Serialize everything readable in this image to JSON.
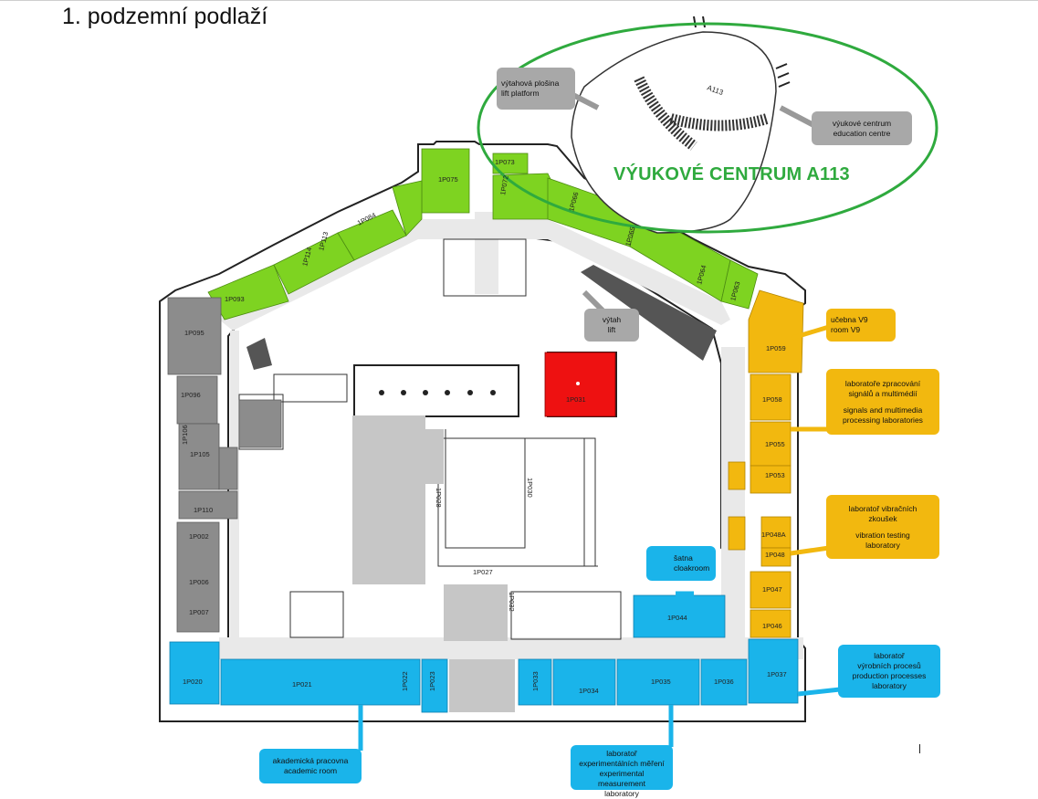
{
  "title": "1. podzemní podlaží",
  "education_centre": {
    "heading": "VÝUKOVÉ CENTRUM A113",
    "room_label": "A113"
  },
  "callouts": {
    "lift_platform": {
      "line1": "výtahová plošina",
      "line2": "lift platform"
    },
    "education_centre": {
      "line1": "výukové centrum",
      "line2": "education centre"
    },
    "lift": {
      "line1": "výtah",
      "line2": "lift"
    },
    "v9": {
      "line1": "učebna V9",
      "line2": "room V9"
    },
    "signal_lab": {
      "line1": "laboratoře zpracování",
      "line2": "signálů a multimédií",
      "line3": "signals and multimedia",
      "line4": "processing laboratories"
    },
    "vibration_lab": {
      "line1": "laboratoř vibračních",
      "line2": "zkoušek",
      "line3": "vibration testing",
      "line4": "laboratory"
    },
    "cloakroom": {
      "line1": "šatna",
      "line2": "cloakroom"
    },
    "production_lab": {
      "line1": "laboratoř",
      "line2": "výrobních procesů",
      "line3": "production processes",
      "line4": "laboratory"
    },
    "academic_room": {
      "line1": "akademická pracovna",
      "line2": "academic room"
    },
    "measurement_lab": {
      "line1": "laboratoř",
      "line2": "experimentálních měření",
      "line3": "experimental measurement",
      "line4": "laboratory"
    }
  },
  "rooms": {
    "r1P075": "1P075",
    "r1P073": "1P073",
    "r1P072": "1P072",
    "r1P084": "1P084",
    "r1P093": "1P093",
    "r1P113": "1P113",
    "r1P114": "1P114",
    "r1P066": "1P066",
    "r1P065": "1P065",
    "r1P064": "1P064",
    "r1P063": "1P063",
    "r1P095": "1P095",
    "r1P096": "1P096",
    "r1P106": "1P106",
    "r1P105": "1P105",
    "r1P110": "1P110",
    "r1P002": "1P002",
    "r1P006": "1P006",
    "r1P007": "1P007",
    "r1P059": "1P059",
    "r1P058": "1P058",
    "r1P055": "1P055",
    "r1P053": "1P053",
    "r1P048A": "1P048A",
    "r1P048": "1P048",
    "r1P047": "1P047",
    "r1P046": "1P046",
    "r1P020": "1P020",
    "r1P021": "1P021",
    "r1P022": "1P022",
    "r1P023": "1P023",
    "r1P033": "1P033",
    "r1P034": "1P034",
    "r1P035": "1P035",
    "r1P036": "1P036",
    "r1P037": "1P037",
    "r1P044": "1P044",
    "r1P031": "1P031",
    "r1P028": "1P028",
    "r1P030": "1P030",
    "r1P027": "1P027",
    "r1P032": "1P032"
  },
  "colors": {
    "green": "#7ed321",
    "gray": "#8c8c8c",
    "orange": "#f2b80f",
    "blue": "#1ab4ea",
    "red": "#ee1111",
    "ellipse": "#2faa3e"
  }
}
